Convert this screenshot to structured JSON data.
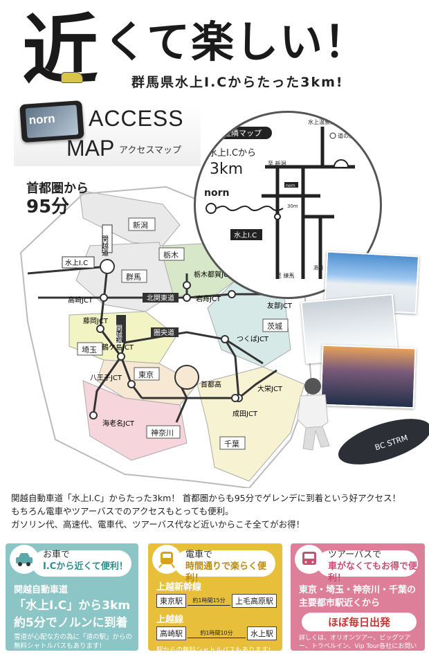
{
  "header": {
    "big_char": "近",
    "headline": "くて楽しい！",
    "subhead": "群馬県水上I.Cからたった3km!"
  },
  "title": {
    "phone_logo": "norn",
    "access": "ACCESS",
    "map": "MAP",
    "kana": "アクセスマップ"
  },
  "from_capital": {
    "line1": "首都圏から",
    "minutes": "95分"
  },
  "main_map": {
    "regions": [
      "新潟",
      "栃木",
      "群馬",
      "茨城",
      "埼玉",
      "東京",
      "神奈川",
      "千葉"
    ],
    "junctions": [
      "水上I.C",
      "高崎JCT",
      "栃木都賀JCT",
      "岩舟JCT",
      "友部JCT",
      "藤岡JCT",
      "鶴ケ島JCT",
      "つくばJCT",
      "八王子JCT",
      "大栄JCT",
      "海老名JCT",
      "成田JCT"
    ],
    "roads": [
      "関越道",
      "北関東道",
      "関越道",
      "圏央道",
      "首都高"
    ]
  },
  "inset": {
    "title": "近隣マップ",
    "from_ic": "水上I.Cから",
    "dist": "3km",
    "norn": "norn",
    "ic": "水上I.C",
    "spa": "水上温泉街",
    "michinoeki": "道の駅",
    "to_niigata": "至 新潟",
    "to_nerima": "至 練馬",
    "dist30": "30m",
    "sakata": "酒田",
    "sign": "norn"
  },
  "description": [
    "関越自動車道「水上I.C」からたった3km！ 首都圏からも95分でゲレンデに到着という好アクセス！",
    "もちろん電車やツアーバスでのアクセスもとっても便利。",
    "ガソリン代、高速代、電車代、ツアーバス代など近いからこそ全てがお得！"
  ],
  "box_car": {
    "pill": [
      "お車で",
      "I.Cから近くて便利！"
    ],
    "l1": "関越自動車道",
    "l2": "「水上I.C」から3km",
    "l3": "約5分でノルンに到着",
    "note": "雪道が心配な方の為に「道の駅」からの無料シャトルバスもあります!"
  },
  "box_train": {
    "pill": [
      "電車で",
      "時間通りで楽らく便利！"
    ],
    "line1": "上越新幹線",
    "st1a": "東京駅",
    "t1": "約1時間15分",
    "st1b": "上毛高原駅",
    "line2": "上越線",
    "st2a": "高崎駅",
    "t2": "約1時間10分",
    "st2b": "水上駅",
    "note": "駅からの無料シャトルバスもあります!"
  },
  "box_bus": {
    "pill": [
      "ツアーバスで",
      "車がなくてもお得で便利！"
    ],
    "l1": "東京・埼玉・神奈川・千葉の",
    "l2": "主要都市駅近くから",
    "bar": "ほぼ毎日出発",
    "note": "詳しくは、オリオンツアー、ビッグツアー、トラベルイン、Vip Tour各社にお問い合わせください。"
  },
  "board_text": "BC STRM",
  "colors": {
    "teal": "#8bc5c6",
    "yellow": "#e8bf3a",
    "pink": "#de7f9a"
  }
}
